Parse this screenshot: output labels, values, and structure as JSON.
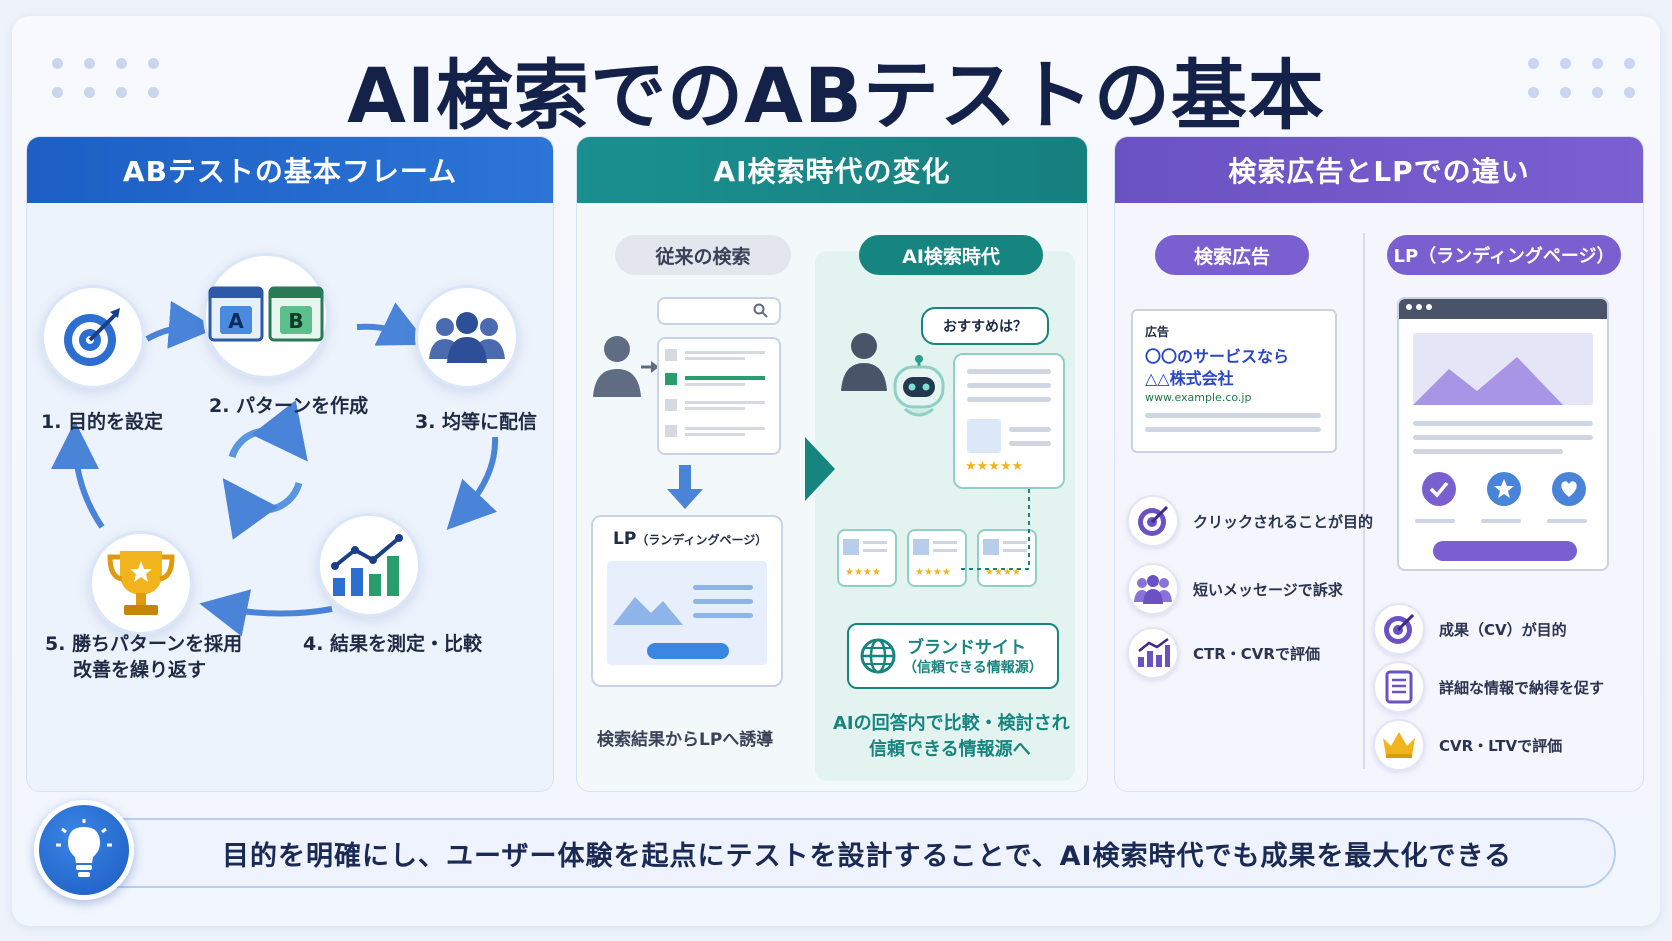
{
  "title": "AI検索でのABテストの基本",
  "colors": {
    "blue": "#1d5fc4",
    "teal": "#1a8f8f",
    "purple": "#6b52c2",
    "navy": "#14224a",
    "gold": "#f2b41c",
    "green": "#2a9d6e"
  },
  "panel1": {
    "header": "ABテストの基本フレーム",
    "steps": [
      {
        "label": "1. 目的を設定",
        "icon": "target-icon"
      },
      {
        "label": "2. パターンを作成",
        "icon": "ab-windows-icon"
      },
      {
        "label": "3. 均等に配信",
        "icon": "people-icon"
      },
      {
        "label": "4. 結果を測定・比較",
        "icon": "chart-icon"
      },
      {
        "label": "5. 勝ちパターンを採用",
        "label2": "改善を繰り返す",
        "icon": "trophy-icon"
      }
    ],
    "ab": {
      "a": "A",
      "b": "B"
    }
  },
  "panel2": {
    "header": "AI検索時代の変化",
    "left_pill": "従来の検索",
    "right_pill": "AI検索時代",
    "lp_label": "LP",
    "lp_sub": "（ランディングページ）",
    "left_caption": "検索結果からLPへ誘導",
    "bubble": "おすすめは？",
    "stars": "★★★★★",
    "mini_stars": "★★★★",
    "brand_line1": "ブランドサイト",
    "brand_line2": "（信頼できる情報源）",
    "right_caption_1": "AIの回答内で比較・検討され",
    "right_caption_2": "信頼できる情報源へ"
  },
  "panel3": {
    "header": "検索広告とLPでの違い",
    "left_pill": "検索広告",
    "right_pill": "LP（ランディングページ）",
    "ad_tag": "広告",
    "ad_title_1": "〇〇のサービスなら",
    "ad_title_2": "△△株式会社",
    "ad_url": "www.example.co.jp",
    "left_feats": [
      {
        "label": "クリックされることが目的",
        "icon": "target-icon"
      },
      {
        "label": "短いメッセージで訴求",
        "icon": "people-icon"
      },
      {
        "label": "CTR・CVRで評価",
        "icon": "bar-chart-icon"
      }
    ],
    "right_feats": [
      {
        "label": "成果（CV）が目的",
        "icon": "target-icon"
      },
      {
        "label": "詳細な情報で納得を促す",
        "icon": "document-icon"
      },
      {
        "label": "CVR・LTVで評価",
        "icon": "crown-icon"
      }
    ]
  },
  "bottom": {
    "message": "目的を明確にし、ユーザー体験を起点にテストを設計することで、AI検索時代でも成果を最大化できる",
    "icon": "lightbulb-icon"
  }
}
